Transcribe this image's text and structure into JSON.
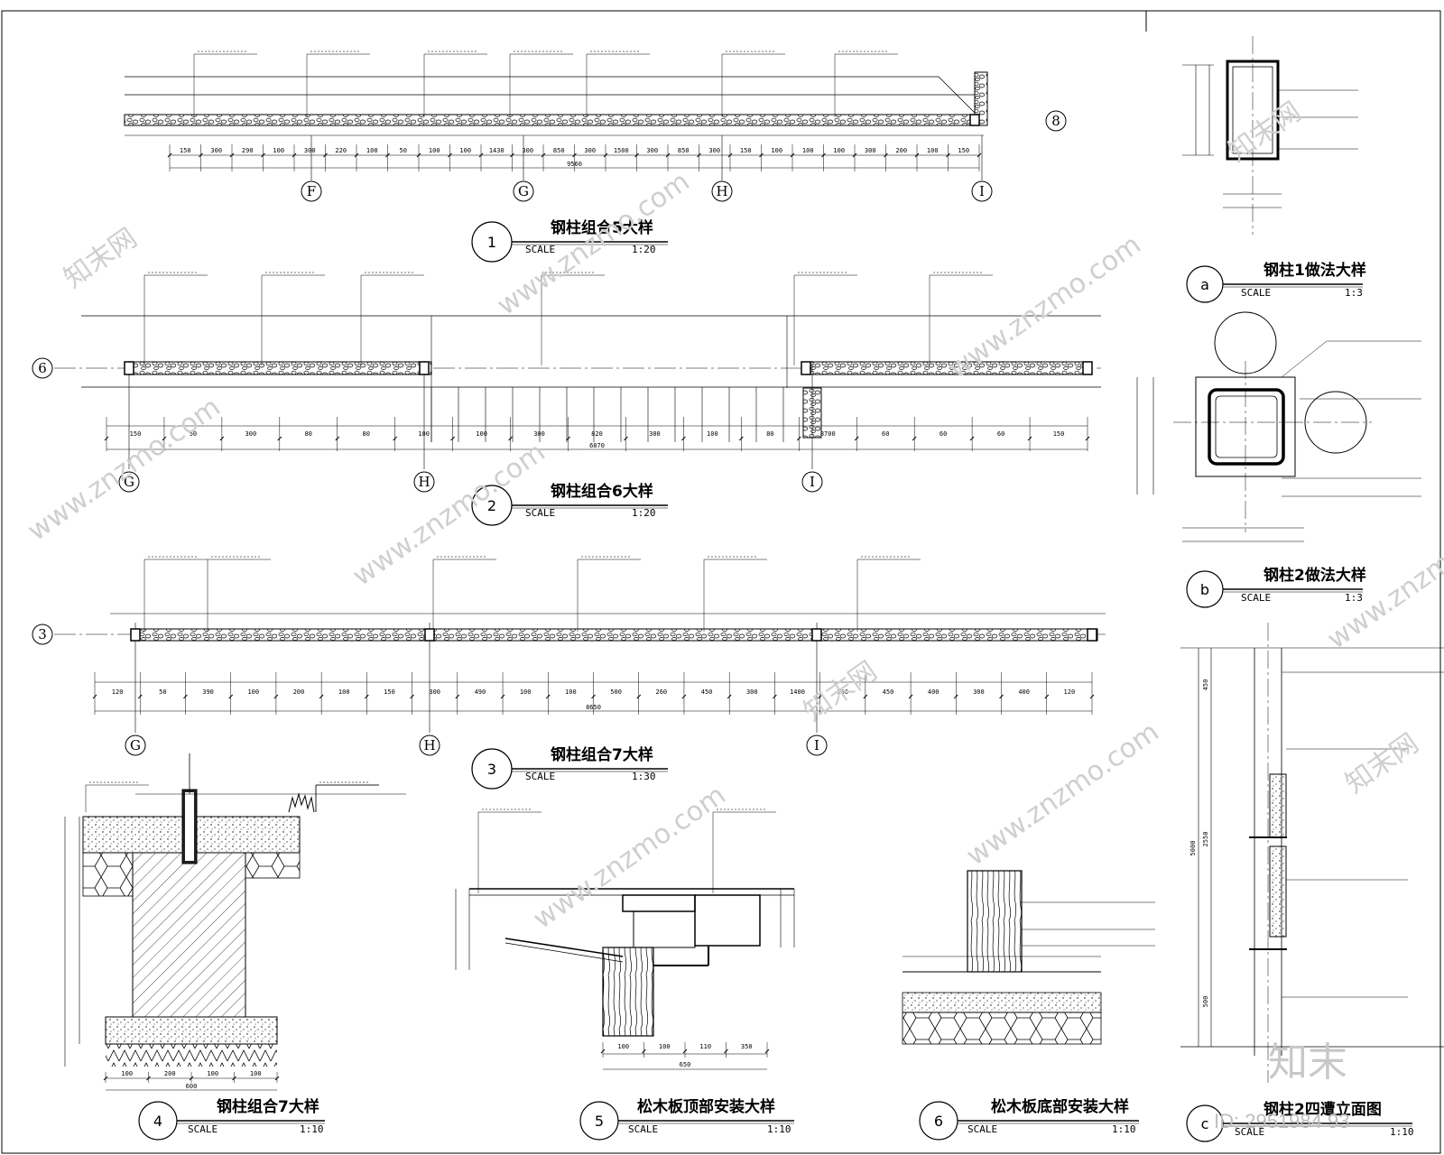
{
  "details": [
    {
      "num": "1",
      "title": "钢柱组合5大样",
      "scale_label": "SCALE",
      "scale": "1:20"
    },
    {
      "num": "2",
      "title": "钢柱组合6大样",
      "scale_label": "SCALE",
      "scale": "1:20"
    },
    {
      "num": "3",
      "title": "钢柱组合7大样",
      "scale_label": "SCALE",
      "scale": "1:30"
    },
    {
      "num": "a",
      "title": "钢柱1做法大样",
      "scale_label": "SCALE",
      "scale": "1:3"
    },
    {
      "num": "b",
      "title": "钢柱2做法大样",
      "scale_label": "SCALE",
      "scale": "1:3"
    },
    {
      "num": "4",
      "title": "钢柱组合7大样",
      "scale_label": "SCALE",
      "scale": "1:10"
    },
    {
      "num": "5",
      "title": "松木板顶部安装大样",
      "scale_label": "SCALE",
      "scale": "1:10"
    },
    {
      "num": "6",
      "title": "松木板底部安装大样",
      "scale_label": "SCALE",
      "scale": "1:10"
    },
    {
      "num": "c",
      "title": "钢柱2四遭立面图",
      "scale_label": "SCALE",
      "scale": "1:10"
    }
  ],
  "axes": {
    "d1": [
      "F",
      "G",
      "H",
      "I"
    ],
    "d1_row": "8",
    "d2": [
      "G",
      "H",
      "I"
    ],
    "d2_row": "6",
    "d3": [
      "G",
      "H",
      "I"
    ],
    "d3_row": "3"
  },
  "dims": {
    "d1": [
      "150",
      "300",
      "290",
      "100",
      "300",
      "220",
      "100",
      "50",
      "100",
      "100",
      "1430",
      "300",
      "850",
      "300",
      "1500",
      "300",
      "850",
      "300",
      "150",
      "100",
      "100",
      "100",
      "300",
      "200",
      "100",
      "150"
    ],
    "d1_total": "9560",
    "d2": [
      "150",
      "50",
      "300",
      "80",
      "80",
      "100",
      "100",
      "300",
      "820",
      "300",
      "100",
      "80",
      "8700",
      "60",
      "60",
      "60",
      "150"
    ],
    "d2_total": "6870",
    "d3": [
      "120",
      "50",
      "390",
      "100",
      "200",
      "100",
      "150",
      "300",
      "490",
      "100",
      "100",
      "500",
      "260",
      "450",
      "300",
      "1400",
      "330",
      "450",
      "400",
      "300",
      "400",
      "120"
    ],
    "d3_total": "8650",
    "d4": [
      "100",
      "200",
      "100",
      "100"
    ],
    "d4_total": "600",
    "d5": [
      "100",
      "100",
      "110",
      "350"
    ],
    "d5_total": "650",
    "dc": [
      "450",
      "2550",
      "500"
    ],
    "dc_total": "5000"
  },
  "watermark": "www.znzmo.com",
  "watermark_cn": "知末网",
  "logo": "知末",
  "id_label": "ID: 2951984 93"
}
